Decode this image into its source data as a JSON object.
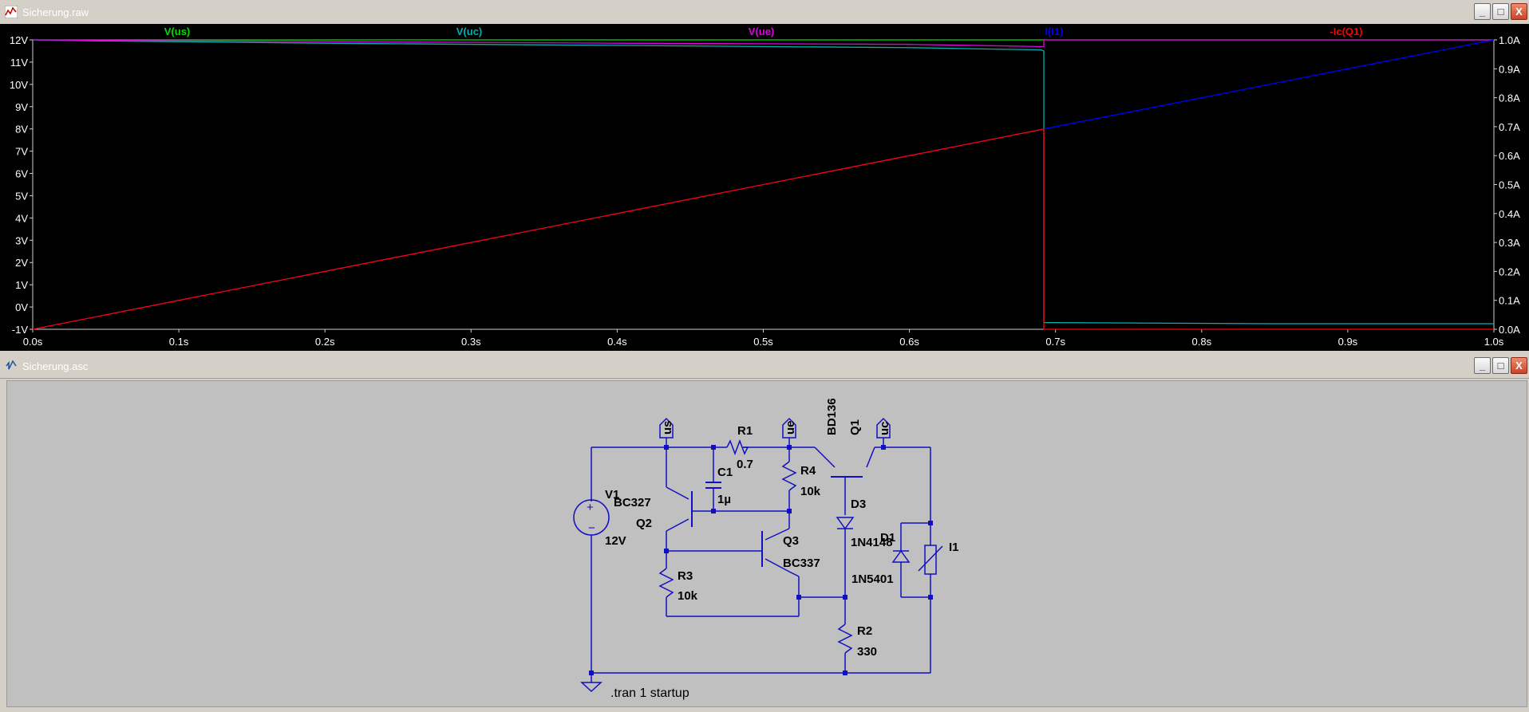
{
  "waveform_window": {
    "title": "Sicherung.raw",
    "buttons": {
      "minimize": "_",
      "maximize": "□",
      "close": "X"
    }
  },
  "schematic_window": {
    "title": "Sicherung.asc",
    "buttons": {
      "minimize": "_",
      "maximize": "□",
      "close": "X"
    }
  },
  "chart_data": {
    "type": "line",
    "x_tick_labels": [
      "0.0s",
      "0.1s",
      "0.2s",
      "0.3s",
      "0.4s",
      "0.5s",
      "0.6s",
      "0.7s",
      "0.8s",
      "0.9s",
      "1.0s"
    ],
    "y_left_tick_labels": [
      "12V",
      "11V",
      "10V",
      "9V",
      "8V",
      "7V",
      "6V",
      "5V",
      "4V",
      "3V",
      "2V",
      "1V",
      "0V",
      "-1V"
    ],
    "y_right_tick_labels": [
      "1.0A",
      "0.9A",
      "0.8A",
      "0.7A",
      "0.6A",
      "0.5A",
      "0.4A",
      "0.3A",
      "0.2A",
      "0.1A",
      "0.0A"
    ],
    "xlim": [
      0,
      1.0
    ],
    "ylim_left": [
      -1,
      12
    ],
    "ylim_right": [
      0,
      1.0
    ],
    "colors": {
      "us": "#00e000",
      "uc": "#00b0b0",
      "ue": "#e000e0",
      "i1": "#0000ff",
      "icq1": "#ff0000",
      "grid": "#d0d0d0"
    },
    "series": [
      {
        "name": "V(us)",
        "axis": "left",
        "color": "#00e000",
        "x": [
          0,
          1.0
        ],
        "y": [
          12,
          12
        ]
      },
      {
        "name": "V(uc)",
        "axis": "left",
        "color": "#00b0b0",
        "x": [
          0,
          0.05,
          0.2,
          0.4,
          0.6,
          0.69,
          0.692,
          0.692,
          0.7,
          0.85,
          1.0
        ],
        "y": [
          12,
          11.95,
          11.85,
          11.75,
          11.65,
          11.55,
          11.5,
          -0.7,
          -0.7,
          -0.75,
          -0.75
        ]
      },
      {
        "name": "V(ue)",
        "axis": "left",
        "color": "#e000e0",
        "x": [
          0,
          0.4,
          0.6,
          0.69,
          0.692,
          0.692,
          1.0
        ],
        "y": [
          12,
          11.85,
          11.8,
          11.7,
          11.7,
          12,
          12
        ]
      },
      {
        "name": "I(I1)",
        "axis": "right",
        "color": "#0000ff",
        "x": [
          0,
          1.0
        ],
        "y": [
          0,
          1.0
        ]
      },
      {
        "name": "-Ic(Q1)",
        "axis": "right",
        "color": "#ff0000",
        "x": [
          0,
          0.692,
          0.692,
          1.0
        ],
        "y": [
          0,
          0.692,
          0,
          0
        ]
      }
    ]
  },
  "schematic": {
    "labels": {
      "us": "us",
      "ue": "ue",
      "uc": "uc",
      "r1": "R1",
      "r1_val": "0.7",
      "r2": "R2",
      "r2_val": "330",
      "r3": "R3",
      "r3_val": "10k",
      "r4": "R4",
      "r4_val": "10k",
      "c1": "C1",
      "c1_val": "1µ",
      "v1": "V1",
      "v1_val": "12V",
      "q1_model": "BD136",
      "q1": "Q1",
      "q2_model": "BC327",
      "q2": "Q2",
      "q3": "Q3",
      "q3_model": "BC337",
      "d3": "D3",
      "d3_model": "1N4148",
      "d1": "D1",
      "d1_model": "1N5401",
      "i1": "I1",
      "directive": ".tran 1 startup"
    }
  }
}
